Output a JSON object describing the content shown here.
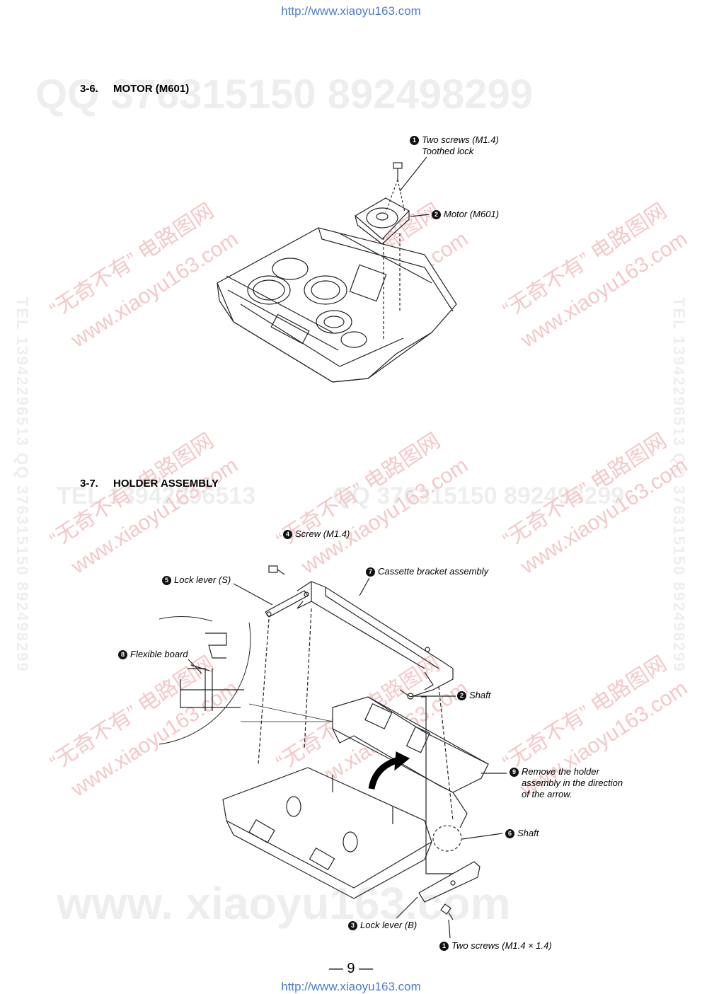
{
  "header_url": "http://www.xiaoyu163.com",
  "footer_url": "http://www.xiaoyu163.com",
  "watermarks": {
    "qq": "QQ 376315150   892498299",
    "qq2": "QQ 376315150   892498299",
    "tel_line": "TEL 13942296513",
    "www": "www. xiaoyu163.com",
    "vertical": "TEL 13942296513   QQ 376315150   892498299",
    "site": "www.xiaoyu163.com",
    "cn": "“无奇不有” 电路图网"
  },
  "section1": {
    "number": "3-6.",
    "title": "MOTOR (M601)",
    "callouts": [
      {
        "num": "1",
        "lines": [
          "Two screws (M1.4)",
          "Toothed lock"
        ]
      },
      {
        "num": "2",
        "lines": [
          "Motor (M601)"
        ]
      }
    ]
  },
  "section2": {
    "number": "3-7.",
    "title": "HOLDER ASSEMBLY",
    "callouts": [
      {
        "num": "4",
        "text": "Screw (M1.4)"
      },
      {
        "num": "7",
        "text": "Cassette bracket assembly"
      },
      {
        "num": "5",
        "text": "Lock lever (S)"
      },
      {
        "num": "8",
        "text": "Flexible board"
      },
      {
        "num": "2",
        "text": "Shaft"
      },
      {
        "num": "9",
        "lines": [
          "Remove the holder",
          "assembly in the direction",
          "of the arrow."
        ]
      },
      {
        "num": "6",
        "text": "Shaft"
      },
      {
        "num": "3",
        "text": "Lock lever (B)"
      },
      {
        "num": "1",
        "text": "Two screws (M1.4 × 1.4)"
      }
    ]
  },
  "page_number": "— 9 —"
}
